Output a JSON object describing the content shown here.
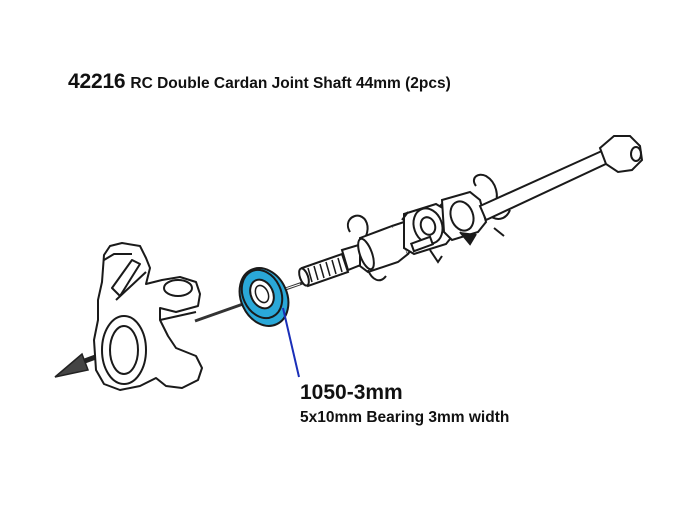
{
  "header": {
    "part_number": "42216",
    "title": "RC Double Cardan Joint Shaft 44mm (2pcs)"
  },
  "callout": {
    "part_number": "1050-3mm",
    "description": "5x10mm Bearing 3mm width"
  },
  "colors": {
    "bearing_highlight": "#2aa8d8",
    "leader_line": "#1a2fb8",
    "outline": "#1a1a1a"
  }
}
